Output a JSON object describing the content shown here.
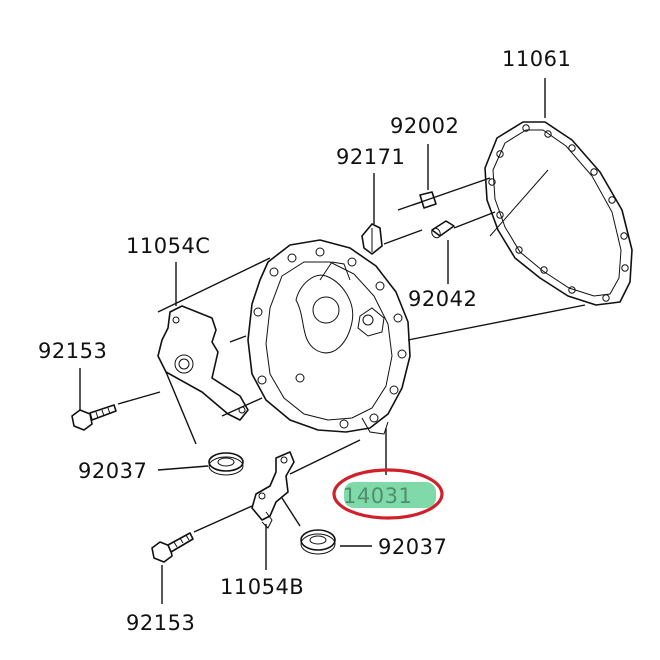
{
  "labels": {
    "p11061": "11061",
    "p92002": "92002",
    "p92171": "92171",
    "p11054c": "11054C",
    "p92042": "92042",
    "p92153_top": "92153",
    "p92037_left": "92037",
    "p14031": "14031",
    "p92037_right": "92037",
    "p11054b": "11054B",
    "p92153_bottom": "92153"
  },
  "colors": {
    "highlight_fill": "#7fd9a8",
    "highlight_ring": "#d0202a",
    "line": "#111111"
  }
}
